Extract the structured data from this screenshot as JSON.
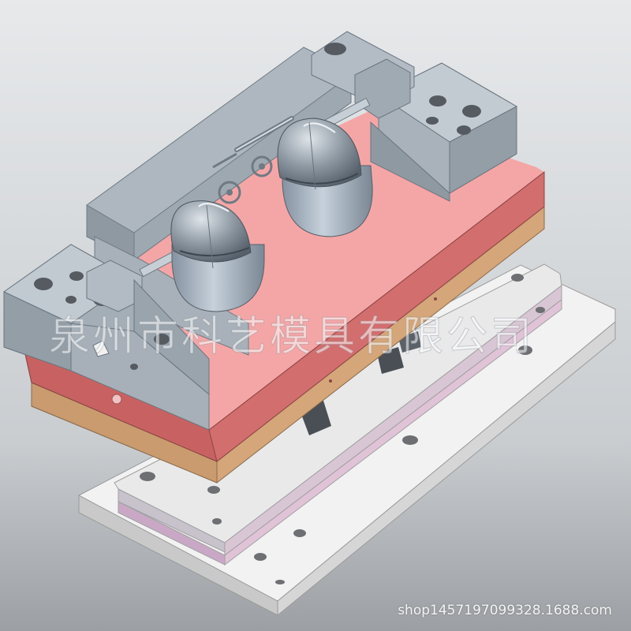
{
  "image": {
    "subject": "injection-mold-assembly",
    "watermark": "泉州市科艺模具有限公司",
    "shop_url": "shop1457197099328.1688.com"
  },
  "colors": {
    "background": "#c7cacd",
    "steel_gray": "#a3acb3",
    "cavity_pink": "#f3a2a2",
    "red_plate": "#d26d6d",
    "tan_plate": "#d3a57a",
    "base_plate": "#eeeeee",
    "lilac_plate": "#ddbfd6",
    "core_gray": "#8e9aa4"
  }
}
